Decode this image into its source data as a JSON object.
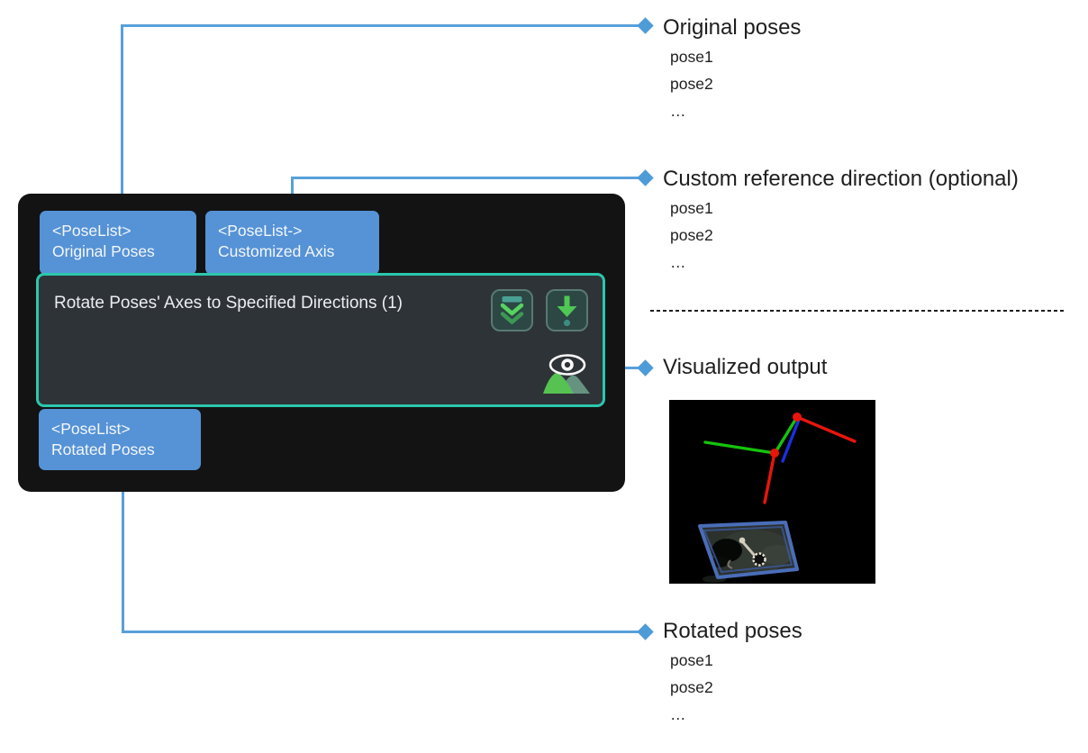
{
  "node": {
    "title": "Rotate Poses' Axes to Specified Directions (1)",
    "inputs": [
      {
        "type": "<PoseList>",
        "name": "Original Poses"
      },
      {
        "type": "<PoseList->",
        "name": "Customized Axis"
      }
    ],
    "outputs": [
      {
        "type": "<PoseList>",
        "name": "Rotated Poses"
      }
    ],
    "toolbar": {
      "collapse_icon": "double-chevron-down-icon",
      "execute_icon": "arrow-down-dot-icon",
      "visibility_icon": "eye-over-hills-icon"
    },
    "colors": {
      "body_bg": "#131313",
      "inner_bg": "#2e3338",
      "accent_border": "#2bc7ac",
      "port_tab": "#5592d6",
      "icon_green": "#52cb5c",
      "icon_teal": "#4aa193"
    }
  },
  "connectors": {
    "line_color": "#58a0da",
    "diamond_color": "#4d9bd7"
  },
  "annotations": [
    {
      "title": "Original poses",
      "items": [
        "pose1",
        "pose2",
        "…"
      ]
    },
    {
      "title": "Custom reference direction (optional)",
      "items": [
        "pose1",
        "pose2",
        "…"
      ]
    },
    {
      "title": "Visualized output",
      "items": []
    },
    {
      "title": "Rotated poses",
      "items": [
        "pose1",
        "pose2",
        "…"
      ]
    }
  ],
  "visualized_output": {
    "background": "#000000",
    "axis_colors": {
      "x": "#e8150b",
      "y": "#14c40c",
      "z": "#1b2ee0"
    },
    "pose_marker_color": "#e8150b",
    "pose_count": 2,
    "bin_outline_color": "#4a6db8"
  }
}
